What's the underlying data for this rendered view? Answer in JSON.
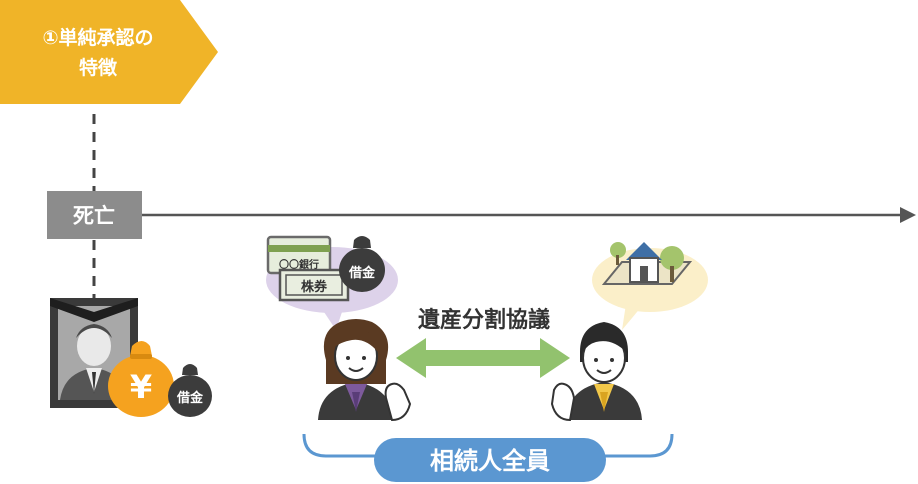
{
  "header_tag": {
    "line1": "①単純承認の",
    "line2": "特徴",
    "color": "#f0b428"
  },
  "timeline": {
    "event_label": "死亡",
    "label_color": "#8c8c8c",
    "line_color": "#555555"
  },
  "deceased": {
    "money_bag_symbol": "¥",
    "money_bag_color": "#f5a21f",
    "debt_bag_label": "借金"
  },
  "heir_left": {
    "bank_card_label": "〇〇銀行",
    "stock_label": "株券",
    "debt_bag_label": "借金",
    "bubble_color": "#ddd2ea"
  },
  "heir_right": {
    "bubble_color": "#fbefc9"
  },
  "negotiation": {
    "label": "遺産分割協議",
    "arrow_color": "#92c26e"
  },
  "group": {
    "label": "相続人全員",
    "color": "#5b97d1"
  }
}
